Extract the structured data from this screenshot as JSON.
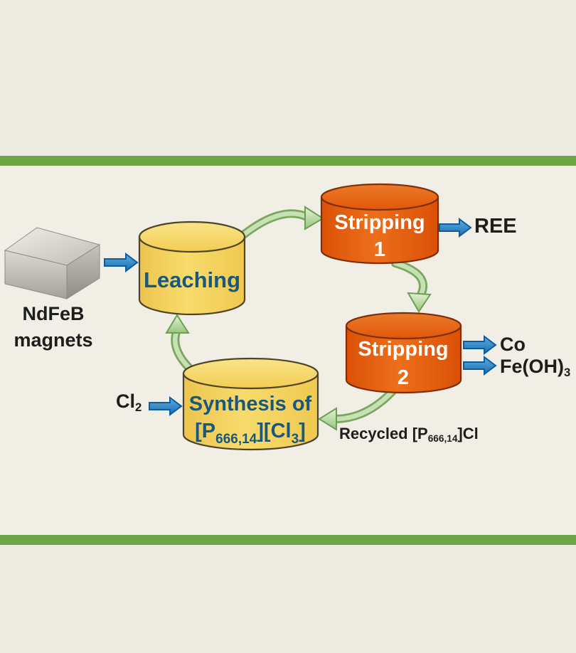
{
  "scene": {
    "background_outer": "#EDEAE2",
    "background_inner": "#F1EEE6",
    "frame_color": "#6CA647"
  },
  "palette": {
    "yellow_body": "#F3CE55",
    "yellow_top": "#F8DF74",
    "yellow_outline": "#4E4427",
    "orange_body": "#E2570C",
    "orange_top": "#E8701F",
    "orange_outline": "#7E2F07",
    "blue_arrow": "#1E7BC0",
    "green_arrow_fill": "#C6E2B4",
    "green_arrow_outline": "#7AA65E",
    "teal_text": "#19587A",
    "white_text": "#FFFFFF",
    "black_text": "#1D1D1B"
  },
  "nodes": {
    "leaching": {
      "label": "Leaching",
      "type": "yellow-cylinder"
    },
    "stripping1": {
      "line1": "Stripping",
      "line2": "1",
      "type": "orange-cylinder"
    },
    "stripping2": {
      "line1": "Stripping",
      "line2": "2",
      "type": "orange-cylinder"
    },
    "synthesis": {
      "line1": "Synthesis of",
      "formula_p1": "[P",
      "formula_sub1": "666,14",
      "formula_p2": "][Cl",
      "formula_sub2": "3",
      "formula_p3": "]",
      "type": "yellow-cylinder"
    }
  },
  "io_labels": {
    "magnet_line1": "NdFeB",
    "magnet_line2": "magnets",
    "cl2_base": "Cl",
    "cl2_sub": "2",
    "ree": "REE",
    "co": "Co",
    "feoh3_base": "Fe(OH)",
    "feoh3_sub": "3"
  },
  "recycle_label": {
    "pre": "Recycled [P",
    "sub": "666,14",
    "post": "]Cl"
  },
  "flows": [
    {
      "from": "ndfeb-magnets",
      "to": "leaching",
      "style": "blue-arrow"
    },
    {
      "from": "leaching",
      "to": "stripping1",
      "style": "green-curved-arrow"
    },
    {
      "from": "stripping1",
      "to": "ree-output",
      "style": "blue-arrow"
    },
    {
      "from": "stripping1",
      "to": "stripping2",
      "style": "green-curved-arrow"
    },
    {
      "from": "stripping2",
      "to": "co-output",
      "style": "blue-arrow"
    },
    {
      "from": "stripping2",
      "to": "feoh3-output",
      "style": "blue-arrow"
    },
    {
      "from": "stripping2",
      "to": "synthesis",
      "style": "green-curved-arrow",
      "label": "recycled-p-666-14-cl"
    },
    {
      "from": "cl2-input",
      "to": "synthesis",
      "style": "blue-arrow"
    },
    {
      "from": "synthesis",
      "to": "leaching",
      "style": "green-curved-arrow"
    }
  ]
}
